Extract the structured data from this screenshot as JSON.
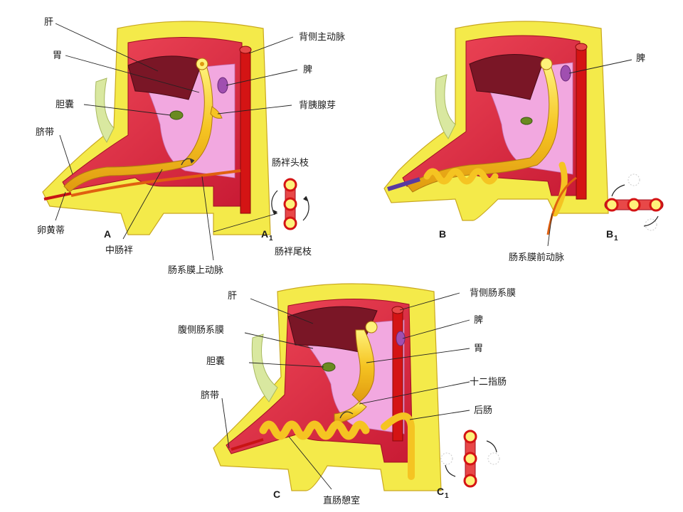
{
  "panel_a": {
    "letter": "A",
    "labels": {
      "liver": "肝",
      "stomach": "胃",
      "gallbladder": "胆囊",
      "umbilical_cord": "脐带",
      "vitelline_duct": "卵黄蒂",
      "midgut_loop": "中肠袢",
      "superior_mesenteric_artery": "肠系膜上动脉",
      "dorsal_aorta": "背侧主动脉",
      "spleen": "脾",
      "dorsal_pancreatic_bud": "背胰腺芽"
    },
    "inset": {
      "letter": "A",
      "subscript": "1",
      "cranial_limb": "肠袢头枝",
      "caudal_limb": "肠袢尾枝"
    }
  },
  "panel_b": {
    "letter": "B",
    "labels": {
      "spleen": "脾",
      "inferior_mesenteric_artery": "肠系膜前动脉"
    },
    "inset": {
      "letter": "B",
      "subscript": "1"
    }
  },
  "panel_c": {
    "letter": "C",
    "labels": {
      "liver": "肝",
      "ventral_mesentery": "腹侧肠系膜",
      "gallbladder": "胆囊",
      "umbilical_cord": "脐带",
      "dorsal_mesentery": "背侧肠系膜",
      "spleen": "脾",
      "stomach": "胃",
      "duodenum": "十二指肠",
      "hindgut": "后肠",
      "rectal_recess": "直肠憩室"
    },
    "inset": {
      "letter": "C",
      "subscript": "1"
    }
  },
  "colors": {
    "body_wall": "#f4ea4a",
    "cavity": "#e8304a",
    "dark_organ": "#7a1626",
    "mesentery": "#f2a8e0",
    "gut": "#f5c422",
    "vessel": "#d41414",
    "tissue_edge": "#d8c8a0"
  }
}
